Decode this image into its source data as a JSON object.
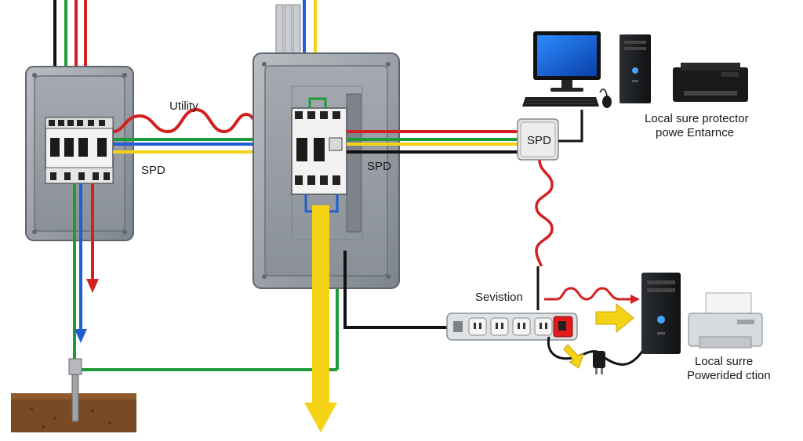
{
  "labels": {
    "utility": "Utility",
    "spd_left": "SPD",
    "spd_center": "SPD",
    "spd_right": "SPD",
    "local_protector_line1": "Local sure protector",
    "local_protector_line2": "powe Entarnce",
    "sevistion": "Sevistion",
    "local_surre_line1": "Local surre",
    "local_surre_line2": "Powerided ction"
  },
  "colors": {
    "black": "#111111",
    "red": "#d32020",
    "green": "#1f9a3a",
    "yellow": "#f4d316",
    "blue": "#1f5fd0",
    "panel": "#9aa0a6",
    "panel_dark": "#6f767d",
    "soil": "#7a4a25"
  },
  "icons": [
    "monitor-icon",
    "keyboard-icon",
    "mouse-icon",
    "pc-tower-icon",
    "printer-icon",
    "power-strip-icon",
    "plug-icon",
    "ground-rod-icon"
  ]
}
